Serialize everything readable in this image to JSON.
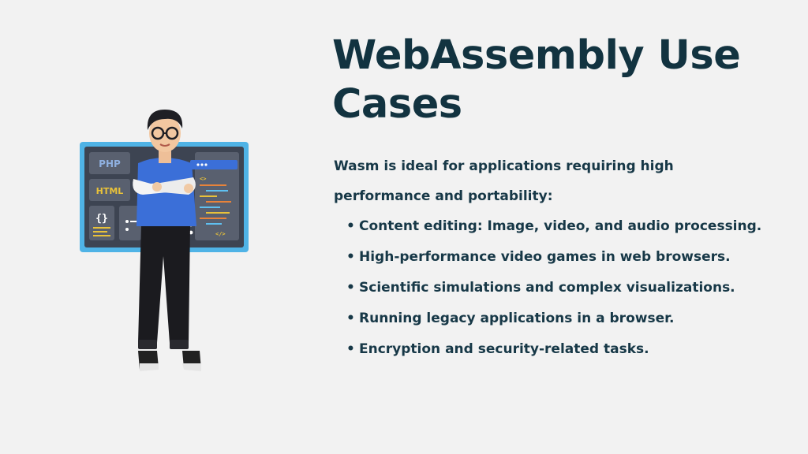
{
  "slide": {
    "title": "WebAssembly Use Cases",
    "intro": "Wasm is ideal for applications requiring high performance and portability:",
    "bullets": [
      "Content editing: Image, video, and audio processing.",
      "High-performance video games in web browsers.",
      "Scientific simulations and complex visualizations.",
      "Running legacy applications in a browser.",
      "Encryption and security-related tasks."
    ]
  },
  "illustration": {
    "labels": {
      "php": "PHP",
      "html": "HTML",
      "braces": "{}",
      "code_tag_open": "<>",
      "code_tag_close": "</>"
    },
    "icon": "developer-with-code-board-illustration"
  },
  "colors": {
    "background": "#f2f2f2",
    "title": "#123340",
    "text": "#173847",
    "board_frame": "#4fb3e6",
    "board_panel": "#505766",
    "shirt": "#3b6fd8",
    "label_php": "#8fb0e0",
    "label_html": "#e8c13a"
  }
}
